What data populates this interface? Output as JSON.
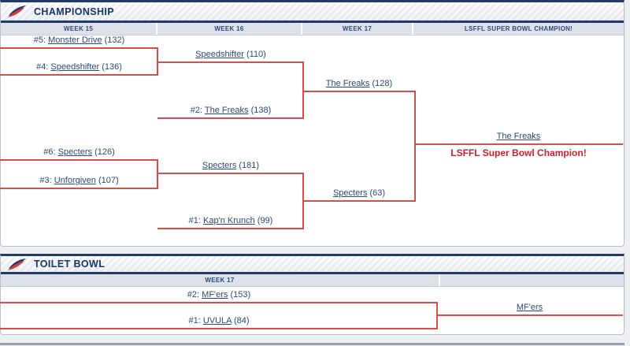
{
  "colors": {
    "bracket_line": "#d94c4c",
    "navy": "#223a66",
    "link_text": "#2c4a76",
    "champion_red": "#cc1f2d"
  },
  "championship": {
    "title": "CHAMPIONSHIP",
    "columns": [
      "WEEK 15",
      "WEEK 16",
      "WEEK 17",
      "LSFFL SUPER BOWL CHAMPION!"
    ],
    "slots": [
      {
        "prefix": "#5: ",
        "name": "Monster Drive",
        "score": " (132)"
      },
      {
        "prefix": "#4: ",
        "name": "Speedshifter",
        "score": " (136)"
      },
      {
        "prefix": "",
        "name": "Speedshifter",
        "score": " (110)"
      },
      {
        "prefix": "#2: ",
        "name": "The Freaks",
        "score": " (138)"
      },
      {
        "prefix": "",
        "name": "The Freaks",
        "score": " (128)"
      },
      {
        "prefix": "#6: ",
        "name": "Specters",
        "score": " (126)"
      },
      {
        "prefix": "#3: ",
        "name": "Unforgiven",
        "score": " (107)"
      },
      {
        "prefix": "",
        "name": "Specters",
        "score": " (181)"
      },
      {
        "prefix": "#1: ",
        "name": "Kap'n Krunch",
        "score": " (99)"
      },
      {
        "prefix": "",
        "name": "Specters",
        "score": " (63)"
      }
    ],
    "champion": {
      "name": "The Freaks",
      "caption": "LSFFL Super Bowl Champion!"
    }
  },
  "toilet_bowl": {
    "title": "TOILET BOWL",
    "columns": [
      "WEEK 17",
      ""
    ],
    "slots": [
      {
        "prefix": "#2: ",
        "name": "MF'ers",
        "score": " (153)"
      },
      {
        "prefix": "#1: ",
        "name": "UVULA",
        "score": " (84)"
      }
    ],
    "winner": {
      "name": "MF'ers"
    }
  }
}
